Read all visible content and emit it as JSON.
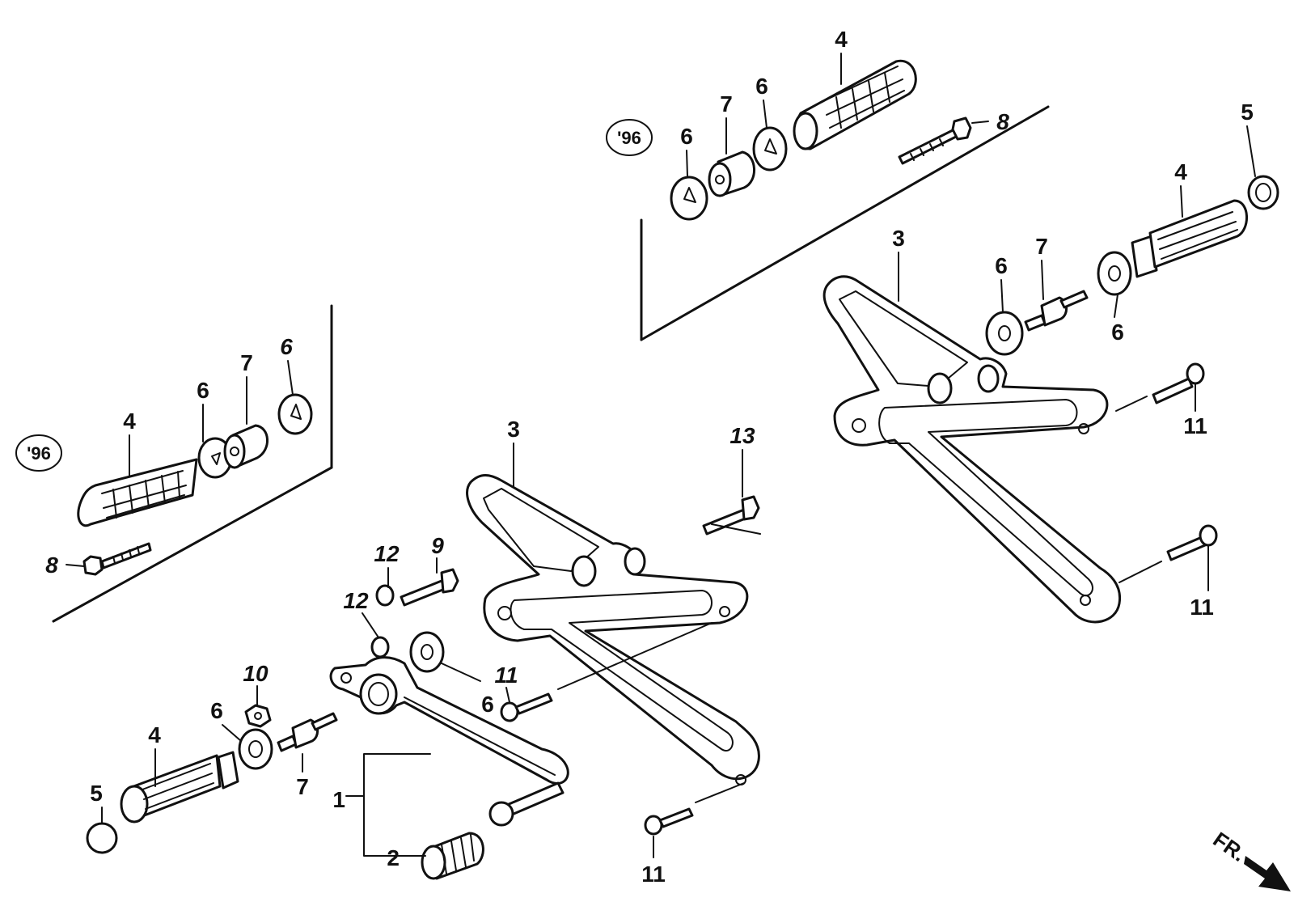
{
  "callouts": {
    "n1": "1",
    "n2": "2",
    "n3a": "3",
    "n3b": "3",
    "n4a": "4",
    "n4b": "4",
    "n4c": "4",
    "n4d": "4",
    "n5a": "5",
    "n5b": "5",
    "n6a": "6",
    "n6b": "6",
    "n6c": "6",
    "n6d": "6",
    "n6e": "6",
    "n6f": "6",
    "n6g": "6",
    "n6h": "6",
    "n7a": "7",
    "n7b": "7",
    "n7c": "7",
    "n7d": "7",
    "n8a": "8",
    "n8b": "8",
    "n9": "9",
    "n10": "10",
    "n11a": "11",
    "n11b": "11",
    "n11c": "11",
    "n11d": "11",
    "n12a": "12",
    "n12b": "12",
    "n13": "13"
  },
  "year_badges": {
    "left": "'96",
    "right": "'96"
  },
  "direction": {
    "label": "FR."
  }
}
